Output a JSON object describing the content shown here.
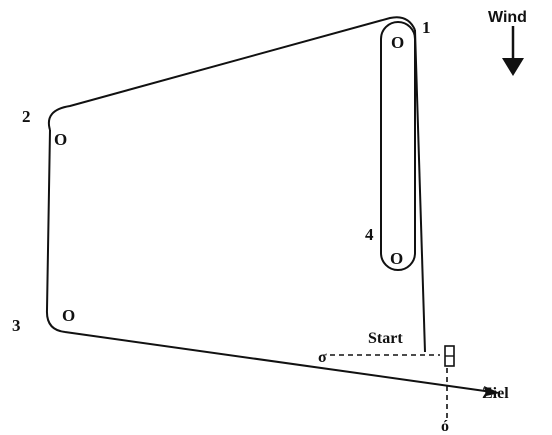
{
  "wind": {
    "label": "Wind"
  },
  "marks": [
    {
      "number": "1",
      "buoy": "O"
    },
    {
      "number": "2",
      "buoy": "O"
    },
    {
      "number": "3",
      "buoy": "O"
    },
    {
      "number": "4",
      "buoy": "O"
    }
  ],
  "start": {
    "label": "Start",
    "pin_end": "σ"
  },
  "finish": {
    "label": "Ziel",
    "pin_end": "ó"
  }
}
